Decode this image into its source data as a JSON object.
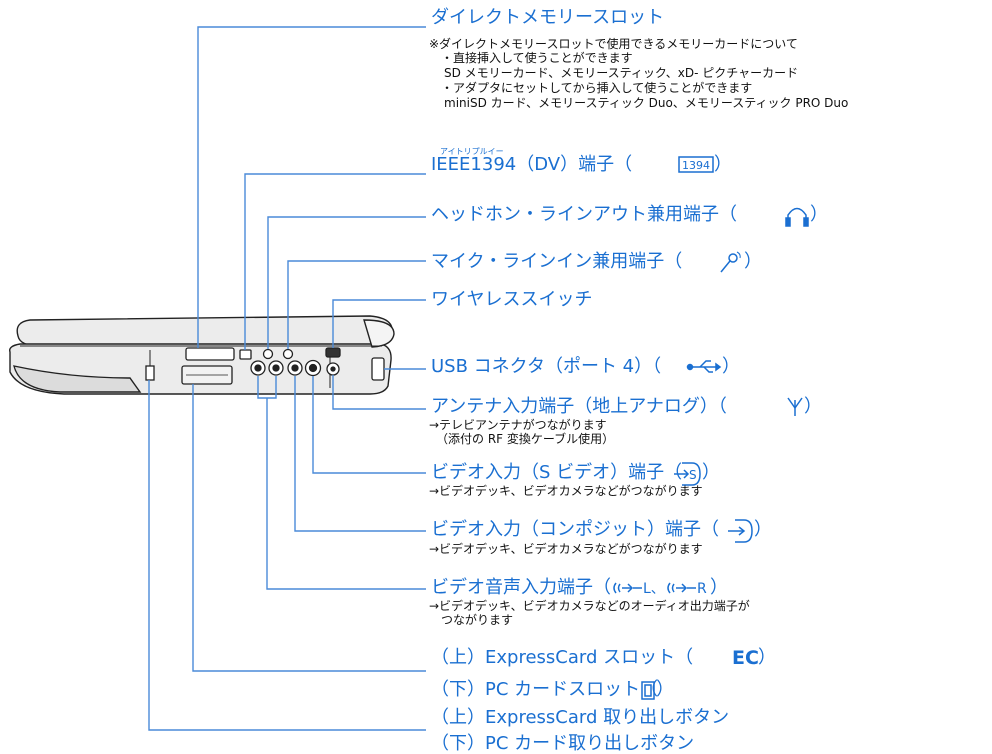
{
  "colors": {
    "label_blue": "#1a6fd1",
    "leader_line": "#4a8ad8",
    "device_stroke": "#222222",
    "device_fill": "#ececec"
  },
  "device_name": "laptop-right-side-view",
  "labels": [
    {
      "id": "direct-memory-slot",
      "title": "ダイレクトメモリースロット",
      "notes": [
        "※ダイレクトメモリースロットで使用できるメモリーカードについて",
        "・直接挿入して使うことができます",
        "SD メモリーカード、メモリースティック、xD- ピクチャーカード",
        "・アダプタにセットしてから挿入して使うことができます",
        "miniSD カード、メモリースティック Duo、メモリースティック PRO Duo"
      ]
    },
    {
      "id": "ieee1394-port",
      "ruby": "アイトリプルイー",
      "title": "IEEE1394（DV）端子（",
      "icon": "1394-icon",
      "icon_text": "1394",
      "title_end": "）"
    },
    {
      "id": "headphone-lineout-jack",
      "title": "ヘッドホン・ラインアウト兼用端子（",
      "icon": "headphone-icon",
      "title_end": "）"
    },
    {
      "id": "mic-linein-jack",
      "title": "マイク・ラインイン兼用端子（",
      "icon": "microphone-icon",
      "title_end": "）"
    },
    {
      "id": "wireless-switch",
      "title": "ワイヤレススイッチ"
    },
    {
      "id": "usb-connector",
      "title": "USB コネクタ（ポート 4）（",
      "icon": "usb-icon",
      "title_end": "）"
    },
    {
      "id": "antenna-input",
      "title": "アンテナ入力端子（地上アナログ）（",
      "icon": "antenna-icon",
      "title_end": "）",
      "notes": [
        "→テレビアンテナがつながります",
        "（添付の RF 変換ケーブル使用）"
      ]
    },
    {
      "id": "s-video-input",
      "title": "ビデオ入力（S ビデオ）端子（",
      "icon": "s-video-input-icon",
      "title_end": "）",
      "notes": [
        "→ビデオデッキ、ビデオカメラなどがつながります"
      ]
    },
    {
      "id": "composite-video-input",
      "title": "ビデオ入力（コンポジット）端子（",
      "icon": "video-input-icon",
      "title_end": "）",
      "notes": [
        "→ビデオデッキ、ビデオカメラなどがつながります"
      ]
    },
    {
      "id": "video-audio-input",
      "title": "ビデオ音声入力端子（",
      "icon": "audio-input-icon",
      "icon_text_l": "L、",
      "icon_text_r": "R",
      "title_end": "）",
      "notes": [
        "→ビデオデッキ、ビデオカメラなどのオーディオ出力端子が",
        "つながります"
      ]
    },
    {
      "id": "expresscard-pccard-slot",
      "title": "（上）ExpressCard スロット（",
      "icon": "expresscard-icon",
      "icon_text": "EC",
      "title_end": "）",
      "title2": "（下）PC カードスロット（",
      "icon2": "pc-card-icon",
      "title2_end": "）"
    },
    {
      "id": "card-eject-buttons",
      "title": "（上）ExpressCard 取り出しボタン",
      "title2": "（下）PC カード取り出しボタン"
    }
  ]
}
